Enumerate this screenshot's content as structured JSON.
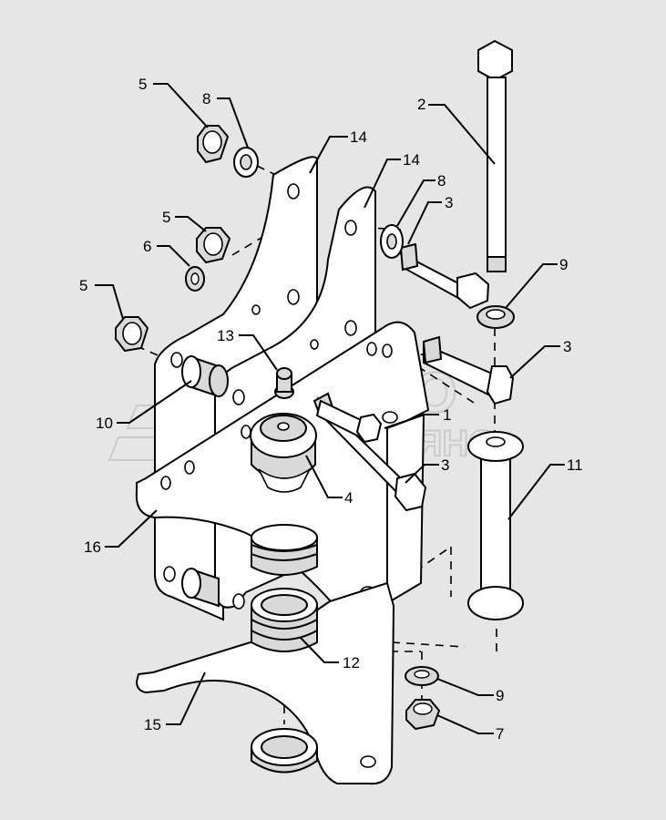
{
  "background": "#e6e6e6",
  "line_color": "#000000",
  "part_fill": "#ffffff",
  "hardware_fill": "#d9d9d9",
  "watermark": {
    "line1": "АВТО",
    "line2": "АЛЬЯНС",
    "color": "#c9c9c9"
  },
  "callouts": [
    {
      "id": "c5a",
      "label": "5"
    },
    {
      "id": "c8a",
      "label": "8"
    },
    {
      "id": "c14a",
      "label": "14"
    },
    {
      "id": "c14b",
      "label": "14"
    },
    {
      "id": "c8b",
      "label": "8"
    },
    {
      "id": "c3a",
      "label": "3"
    },
    {
      "id": "c2",
      "label": "2"
    },
    {
      "id": "c5b",
      "label": "5"
    },
    {
      "id": "c6",
      "label": "6"
    },
    {
      "id": "c9a",
      "label": "9"
    },
    {
      "id": "c5c",
      "label": "5"
    },
    {
      "id": "c13",
      "label": "13"
    },
    {
      "id": "c3b",
      "label": "3"
    },
    {
      "id": "c10",
      "label": "10"
    },
    {
      "id": "c1",
      "label": "1"
    },
    {
      "id": "c4",
      "label": "4"
    },
    {
      "id": "c3c",
      "label": "3"
    },
    {
      "id": "c11",
      "label": "11"
    },
    {
      "id": "c16",
      "label": "16"
    },
    {
      "id": "c12",
      "label": "12"
    },
    {
      "id": "c9b",
      "label": "9"
    },
    {
      "id": "c15",
      "label": "15"
    },
    {
      "id": "c7",
      "label": "7"
    }
  ]
}
